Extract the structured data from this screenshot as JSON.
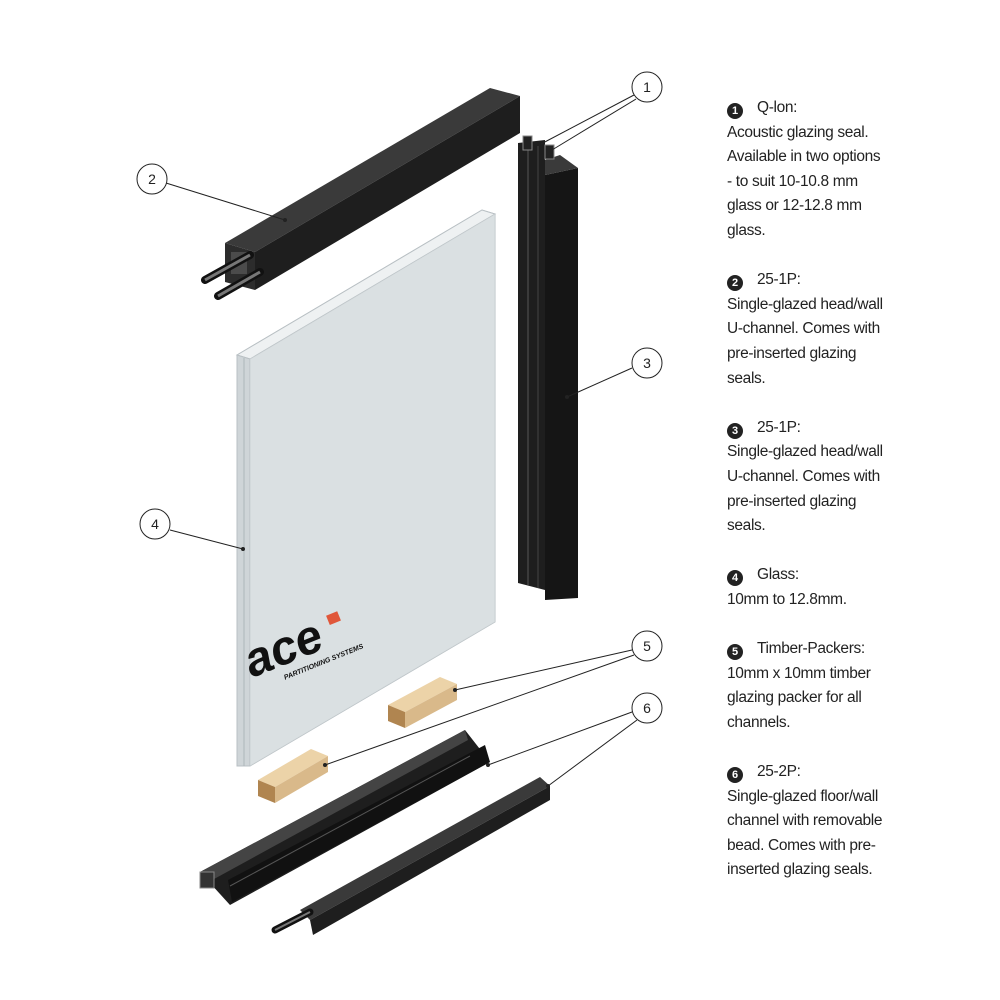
{
  "logo": {
    "name": "ace",
    "tagline": "PARTITIONING SYSTEMS"
  },
  "callouts": [
    "1",
    "2",
    "3",
    "4",
    "5",
    "6"
  ],
  "legend": [
    {
      "num": "1",
      "title": "Q-lon:",
      "lines": [
        "Acoustic glazing seal.",
        "Available in two options",
        "- to suit 10-10.8 mm",
        "glass or 12-12.8 mm",
        "glass."
      ]
    },
    {
      "num": "2",
      "title": "25-1P:",
      "lines": [
        "Single-glazed head/wall",
        "U-channel. Comes with",
        "pre-inserted glazing",
        "seals."
      ]
    },
    {
      "num": "3",
      "title": "25-1P:",
      "lines": [
        "Single-glazed head/wall",
        "U-channel. Comes with",
        "pre-inserted glazing",
        "seals."
      ]
    },
    {
      "num": "4",
      "title": "Glass:",
      "lines": [
        "10mm to 12.8mm."
      ]
    },
    {
      "num": "5",
      "title": "Timber-Packers:",
      "lines": [
        "10mm x 10mm timber",
        "glazing packer for all",
        "channels."
      ]
    },
    {
      "num": "6",
      "title": "25-2P:",
      "lines": [
        "Single-glazed floor/wall",
        "channel with removable",
        "bead. Comes with pre-",
        "inserted glazing seals."
      ]
    }
  ],
  "colors": {
    "profile": "#1e1e1e",
    "glass": "#dde2e5",
    "timber": "#d9b98a",
    "seal": "#8a8a8a",
    "logo_accent": "#e0573a"
  }
}
